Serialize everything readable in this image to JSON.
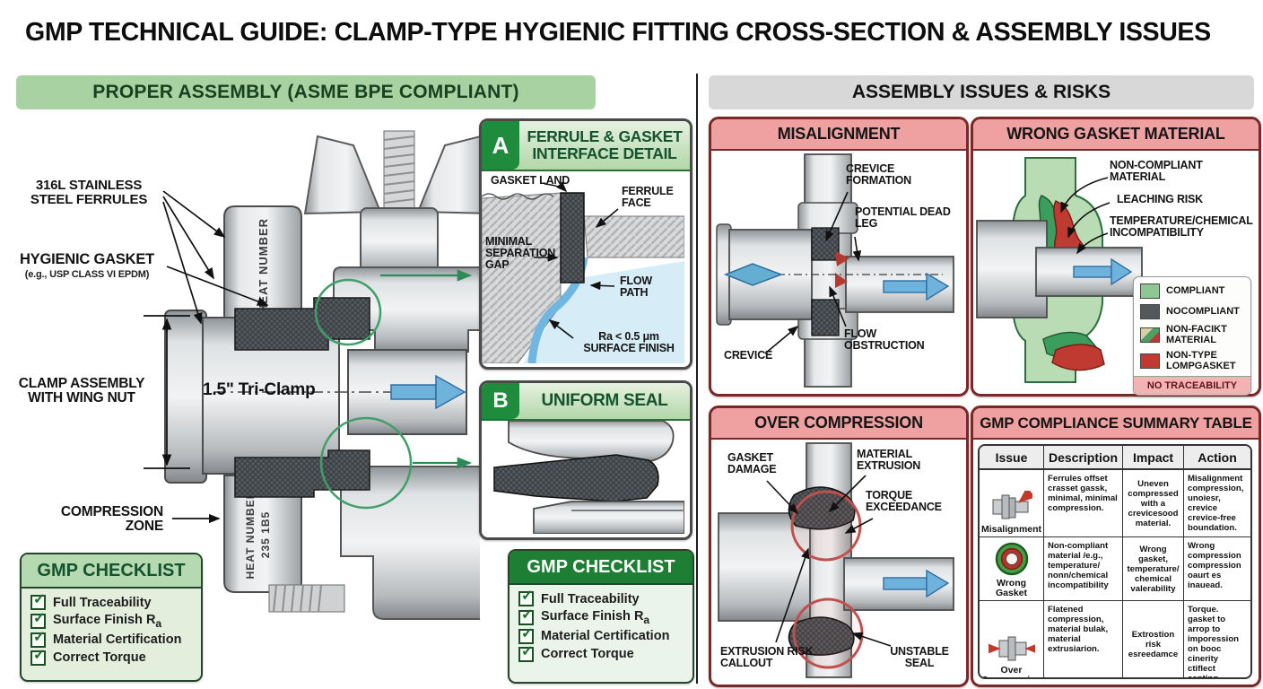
{
  "title": "GMP TECHNICAL GUIDE: CLAMP-TYPE HYGIENIC FITTING CROSS-SECTION & ASSEMBLY ISSUES",
  "colors": {
    "green_header": "#a9d2a2",
    "gray_header": "#d8d8d8",
    "pink_header": "#efa0a0",
    "dark_green": "#1e7e34",
    "risk_red": "#bf3a30",
    "flow_blue": "#5b9bd5"
  },
  "icons": {
    "checklist_item": "checkbox-checked",
    "flow": "flow-arrow",
    "callout": "green-circle-callout"
  },
  "proper_assembly": {
    "header": "PROPER ASSEMBLY (ASME BPE COMPLIANT)",
    "labels": {
      "ferrules": "316L STAINLESS STEEL FERRULES",
      "gasket_title": "HYGIENIC GASKET",
      "gasket_sub": "(e.g., USP CLASS VI EPDM)",
      "clamp_assembly": "CLAMP ASSEMBLY WITH WING NUT",
      "size": "1.5\" Tri-Clamp",
      "compression_zone": "COMPRESSION ZONE",
      "heat_number": "HEAT NUMBER",
      "heat_number_code": "235 1B5"
    }
  },
  "gmp_checklist": {
    "header": "GMP CHECKLIST",
    "items": [
      "Full Traceability",
      "Surface Finish R",
      "Material Certification",
      "Correct Torque"
    ],
    "ra_subscript": "a"
  },
  "detail_a": {
    "tag": "A",
    "title_line1": "FERRULE & GASKET",
    "title_line2": "INTERFACE DETAIL",
    "labels": {
      "gasket_land": "GASKET LAND",
      "ferrule_face": "FERRULE FACE",
      "min_gap": "MINIMAL SEPARATION GAP",
      "flow_path": "FLOW PATH",
      "ra": "Ra < 0.5 μm",
      "surface_finish": "SURFACE FINISH"
    }
  },
  "detail_b": {
    "tag": "B",
    "title": "UNIFORM SEAL"
  },
  "issues": {
    "header": "ASSEMBLY ISSUES & RISKS",
    "misalignment": {
      "title": "MISALIGNMENT",
      "labels": {
        "crevice_formation": "CREVICE FORMATION",
        "dead_leg": "POTENTIAL DEAD LEG",
        "flow_obstruction": "FLOW OBSTRUCTION",
        "crevice": "CREVICE"
      }
    },
    "wrong_gasket": {
      "title": "WRONG GASKET MATERIAL",
      "labels": {
        "non_compliant": "NON-COMPLIANT MATERIAL",
        "leaching": "LEACHING RISK",
        "temp_chem": "TEMPERATURE/CHEMICAL INCOMPATIBILITY"
      },
      "legend": [
        {
          "label": "COMPLIANT"
        },
        {
          "label": "NOCOMPLIANT"
        },
        {
          "label": "NON-FACIKT MATERIAL"
        },
        {
          "label": "NON-TYPE LOMPGASKET"
        }
      ],
      "legend_footer": "NO TRACEABILITY"
    },
    "over_compression": {
      "title": "OVER COMPRESSION",
      "labels": {
        "gasket_damage": "GASKET DAMAGE",
        "material_extrusion": "MATERIAL EXTRUSION",
        "torque_exceedance": "TORQUE EXCEEDANCE",
        "extrusion_risk": "EXTRUSION RISK CALLOUT",
        "unstable_seal": "UNSTABLE SEAL"
      }
    },
    "summary_table": {
      "title": "GMP COMPLIANCE SUMMARY TABLE",
      "columns": [
        "Issue",
        "Description",
        "Impact",
        "Action"
      ],
      "rows": [
        {
          "issue": "Misalignment",
          "description": "Ferrules offset crasset gassk, minimal, minimal compression.",
          "impact": "Uneven compressed with a crevicesood material.",
          "action": "Misalignment compression, unoiesr, crevice crevice-free boundation."
        },
        {
          "issue": "Wrong Gasket",
          "description": "Non-compliant material /e.g., temperature/ nonn/chemical incompatibility",
          "impact": "Wrong gasket, temperature/ chemical valerability",
          "action": "Wrong compression compression oaurt es inauead."
        },
        {
          "issue": "Over Compression",
          "description": "Flatened compression, material bulak, material extrusiarion.",
          "impact": "Extrostion risk esreedamce",
          "action": "Torque. gasket to arrop to imporession on booc cinerity ctiflect canting."
        }
      ]
    }
  }
}
